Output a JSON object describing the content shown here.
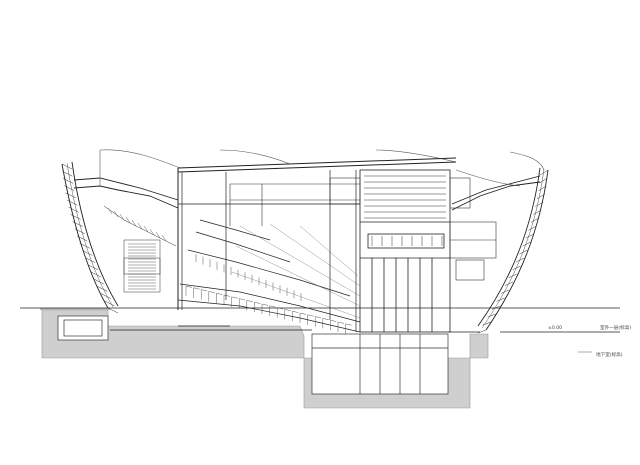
{
  "drawing": {
    "kind": "architectural-section",
    "annotations": {
      "ground_level": "±0.00",
      "right_label_1": "室外一层(标高)",
      "right_label_2": "地下室(标高)"
    }
  }
}
